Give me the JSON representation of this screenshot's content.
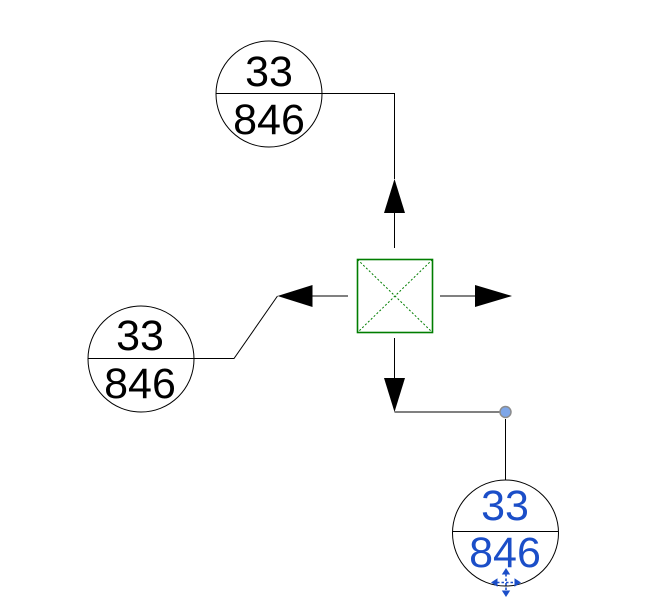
{
  "canvas": {
    "background": "#ffffff",
    "description": "CAD drawing view with elevation marker symbol and three elevation tags, bottom-right tag selected"
  },
  "colors": {
    "line": "#000000",
    "symbol_green": "#007d00",
    "selection_blue": "#1b4ec8",
    "grip_fill": "#7ea6e8",
    "grip_border": "#8c8c8c"
  },
  "symbol": {
    "name": "elevation-marker-box-with-cross",
    "arrows": [
      "up",
      "down",
      "left",
      "right"
    ]
  },
  "tags": [
    {
      "position": "top",
      "upper": "33",
      "lower": "846",
      "selected": false
    },
    {
      "position": "left",
      "upper": "33",
      "lower": "846",
      "selected": false
    },
    {
      "position": "bottom-right",
      "upper": "33",
      "lower": "846",
      "selected": true
    }
  ]
}
